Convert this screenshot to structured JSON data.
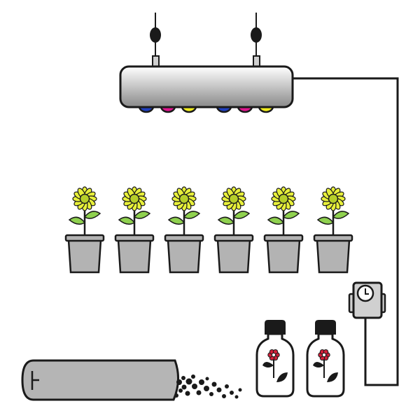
{
  "title": "",
  "colors": {
    "outline": "#1a1a1a",
    "lamp_gradient_top": "#ffffff",
    "lamp_gradient_bottom": "#8a8a8a",
    "led_blue": "#1f3fbf",
    "led_magenta": "#e0148f",
    "led_yellow": "#f2ee1e",
    "petal": "#e8f03a",
    "flower_center": "#b6cf2a",
    "leaf": "#8fd14f",
    "pot": "#b3b3b3",
    "timer_body": "#d0d0d0",
    "bag": "#b5b5b5",
    "bottle_cap": "#1a1a1a",
    "bottle_flower": "#d3203a"
  },
  "icons": {
    "lamp": "grow-light-icon",
    "hanger": "hanger-bulb-icon",
    "plant": "sunflower-icon",
    "pot": "flower-pot-icon",
    "timer": "clock-timer-icon",
    "bottle": "nutrient-bottle-icon",
    "bag": "soil-bag-icon",
    "soil": "soil-pellets-icon"
  },
  "counts": {
    "plants": 6,
    "bottles": 2
  },
  "led_sequence": [
    "blue",
    "magenta",
    "yellow",
    "blue",
    "magenta",
    "yellow"
  ]
}
